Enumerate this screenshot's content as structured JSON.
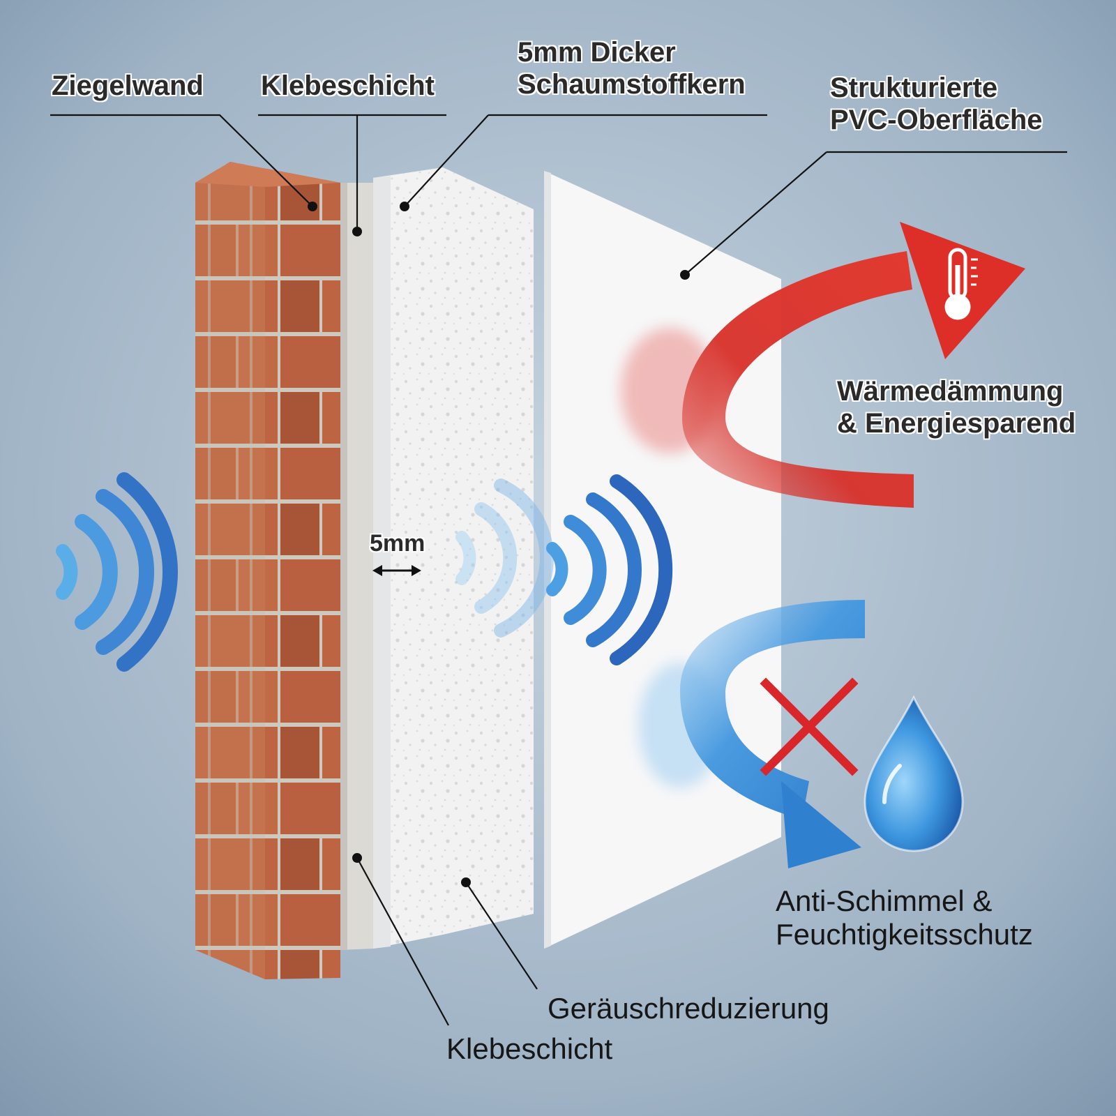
{
  "labels": {
    "brick_wall": "Ziegelwand",
    "adhesive_top": "Klebeschicht",
    "foam_core_line1": "5mm Dicker",
    "foam_core_line2": "Schaumstoffkern",
    "pvc_line1": "Strukturierte",
    "pvc_line2": "PVC-Oberfläche",
    "thermal_line1": "Wärmedämmung",
    "thermal_line2": "& Energiesparend",
    "mold_line1": "Anti-Schimmel &",
    "mold_line2": "Feuchtigkeitsschutz",
    "noise": "Geräuschreduzierung",
    "adhesive_bottom": "Klebeschicht",
    "thickness": "5mm"
  },
  "icons": [
    "thermometer-icon",
    "water-drop-icon",
    "cross-icon",
    "sound-wave-icon"
  ],
  "colors": {
    "background": "#9eb3c6",
    "brick": "#b8603f",
    "mortar": "#cfc8bd",
    "heat_arrow": "#d9322a",
    "water_arrow": "#3a8fd6",
    "sound_wave": "#2f6fc2",
    "cross": "#d8262a"
  }
}
